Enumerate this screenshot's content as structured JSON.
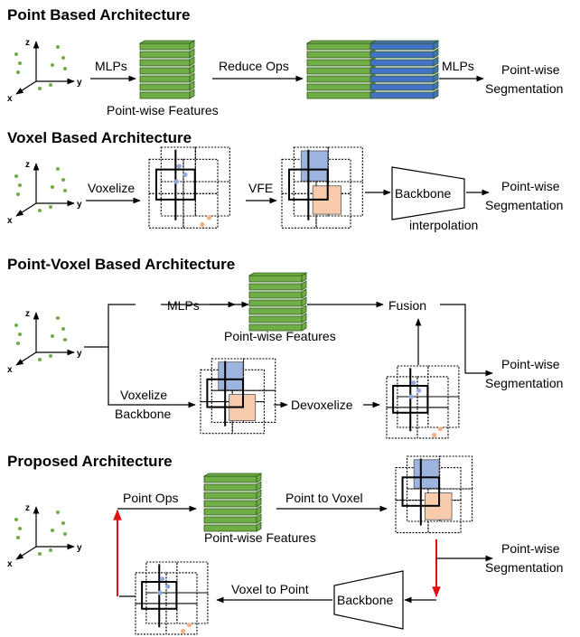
{
  "sections": {
    "point": {
      "title": "Point Based Architecture",
      "mlps1": "MLPs",
      "reduce": "Reduce Ops",
      "mlps2": "MLPs",
      "features": "Point-wise Features",
      "out1": "Point-wise",
      "out2": "Segmentation"
    },
    "voxel": {
      "title": "Voxel Based Architecture",
      "voxelize": "Voxelize",
      "vfe": "VFE",
      "backbone": "Backbone",
      "interp": "interpolation",
      "out1": "Point-wise",
      "out2": "Segmentation"
    },
    "pv": {
      "title": "Point-Voxel Based Architecture",
      "mlps": "MLPs",
      "features": "Point-wise Features",
      "fusion": "Fusion",
      "voxelize": "Voxelize",
      "backbone": "Backbone",
      "devox": "Devoxelize",
      "out1": "Point-wise",
      "out2": "Segmentation"
    },
    "prop": {
      "title": "Proposed Architecture",
      "pointops": "Point Ops",
      "p2v": "Point to Voxel",
      "features": "Point-wise Features",
      "v2p": "Voxel to Point",
      "backbone": "Backbone",
      "out1": "Point-wise",
      "out2": "Segmentation"
    }
  },
  "axis": {
    "x": "x",
    "y": "y",
    "z": "z"
  },
  "colors": {
    "green_layer": "#70ad47",
    "blue_layer": "#4472c4",
    "blue_cell": "#9db4e0",
    "orange_cell": "#f8cbad",
    "point_green": "#70ad47",
    "point_blue": "#8faadc",
    "point_orange": "#f4b183",
    "red_arrow": "#e01010"
  }
}
